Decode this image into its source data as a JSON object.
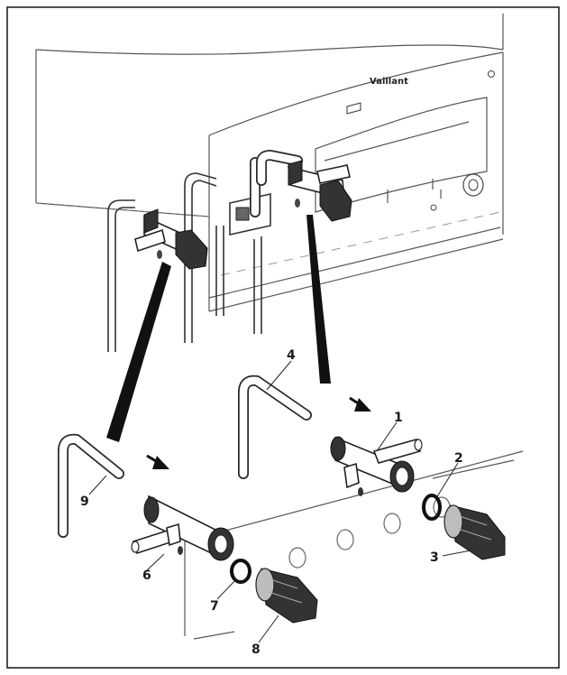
{
  "boiler": {
    "brand": "Vaillant"
  },
  "callouts": [
    {
      "id": "1",
      "label": "1"
    },
    {
      "id": "2",
      "label": "2"
    },
    {
      "id": "3",
      "label": "3"
    },
    {
      "id": "4",
      "label": "4"
    },
    {
      "id": "6",
      "label": "6"
    },
    {
      "id": "7",
      "label": "7"
    },
    {
      "id": "8",
      "label": "8"
    },
    {
      "id": "9",
      "label": "9"
    }
  ]
}
